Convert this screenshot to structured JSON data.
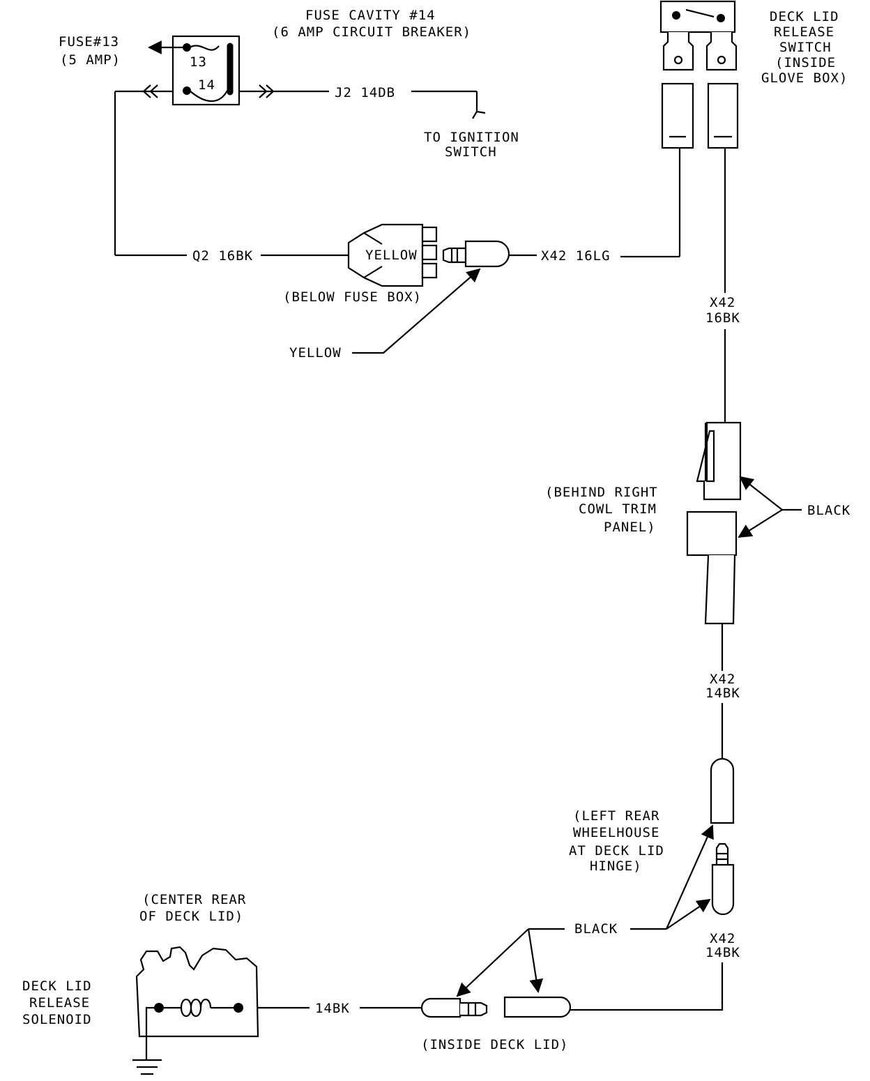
{
  "fuse13": {
    "line1": "FUSE#13",
    "line2": "(5 AMP)"
  },
  "fuse_cavity": {
    "line1": "FUSE CAVITY #14",
    "line2": "(6 AMP CIRCUIT BREAKER)"
  },
  "fuse_box": {
    "pos13": "13",
    "pos14": "14"
  },
  "wires": {
    "j2": "J2 14DB",
    "q2": "Q2 16BK",
    "x42_lg": "X42 16LG",
    "x42_16bk_1": "X42",
    "x42_16bk_2": "16BK",
    "x42_14bk_a1": "X42",
    "x42_14bk_a2": "14BK",
    "x42_14bk_b1": "X42",
    "x42_14bk_b2": "14BK",
    "bk14": "14BK"
  },
  "ignition": {
    "line1": "TO IGNITION",
    "line2": "SWITCH"
  },
  "connector_below_fuse": {
    "body_label": "YELLOW",
    "location": "(BELOW FUSE BOX)",
    "pointer_label": "YELLOW"
  },
  "switch": {
    "line1": "DECK LID",
    "line2": "RELEASE",
    "line3": "SWITCH",
    "line4": "(INSIDE",
    "line5": "GLOVE BOX)"
  },
  "cowl_connector": {
    "line1": "(BEHIND RIGHT",
    "line2": "COWL TRIM",
    "line3": "PANEL)",
    "color": "BLACK"
  },
  "wheelhouse_connector": {
    "line1": "(LEFT REAR",
    "line2": "WHEELHOUSE",
    "line3": "AT DECK LID",
    "line4": "HINGE)"
  },
  "black_label": "BLACK",
  "deck_connector": {
    "location": "(INSIDE DECK LID)"
  },
  "solenoid": {
    "line1": "DECK LID",
    "line2": "RELEASE",
    "line3": "SOLENOID",
    "loc1": "(CENTER REAR",
    "loc2": "OF DECK LID)"
  }
}
